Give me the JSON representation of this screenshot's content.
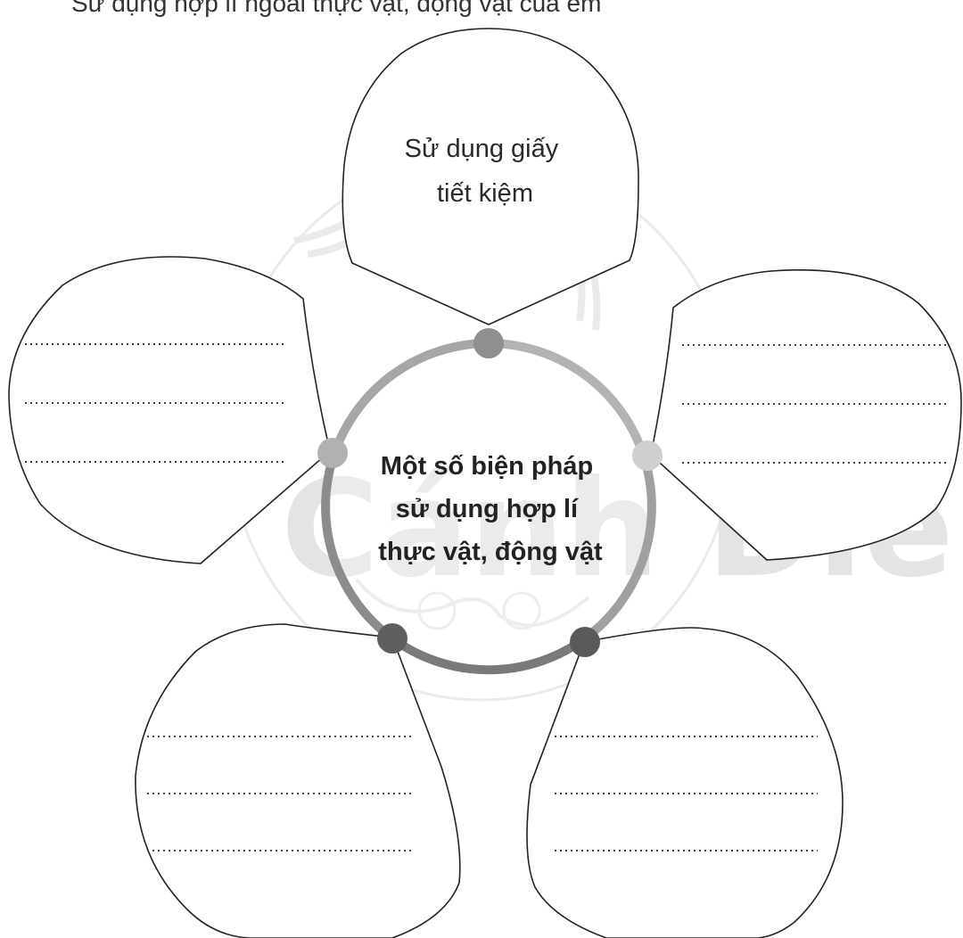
{
  "header": {
    "partial_text": "Sử dụng hợp lí ngoài thực vật, động vật của em"
  },
  "diagram": {
    "top_petal_lines": [
      "Sử dụng giấy",
      "tiết kiệm"
    ],
    "center_lines": [
      "Một số biện pháp",
      "sử dụng hợp lí",
      "thực vật, động vật"
    ],
    "watermark": "Cánh Diều"
  },
  "colors": {
    "ring_light": "#b3b3b3",
    "ring_mid": "#8c8c8c",
    "ring_dark": "#5f5f5f",
    "petal_stroke": "#222222",
    "watermark": "#cfcfcf"
  }
}
